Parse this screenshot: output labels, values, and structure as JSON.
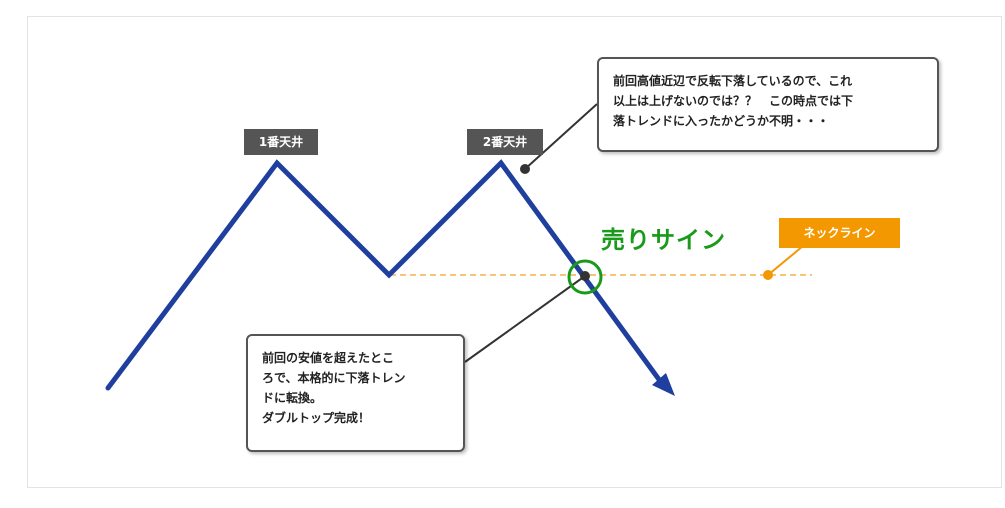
{
  "labels": {
    "first_peak": "1番天井",
    "second_peak": "2番天井",
    "sell_signal": "売りサイン",
    "neckline": "ネックライン"
  },
  "callouts": {
    "top": "前回高値近辺で反転下落しているので、これ\n以上は上げないのでは？？　この時点では下\n落トレンドに入ったかどうか不明・・・",
    "bottom": "前回の安値を超えたとこ\nろで、本格的に下落トレン\nドに転換。\nダブルトップ完成！"
  },
  "colors": {
    "price_line": "#1f3f9e",
    "neckline": "#f5b04a",
    "neckline_dot": "#f39800",
    "sell_signal": "#1a9a1a",
    "label_bg": "#555555",
    "callout_border": "#555555",
    "pointer": "#333333"
  },
  "icons": {
    "arrow": "arrow-head-icon"
  }
}
